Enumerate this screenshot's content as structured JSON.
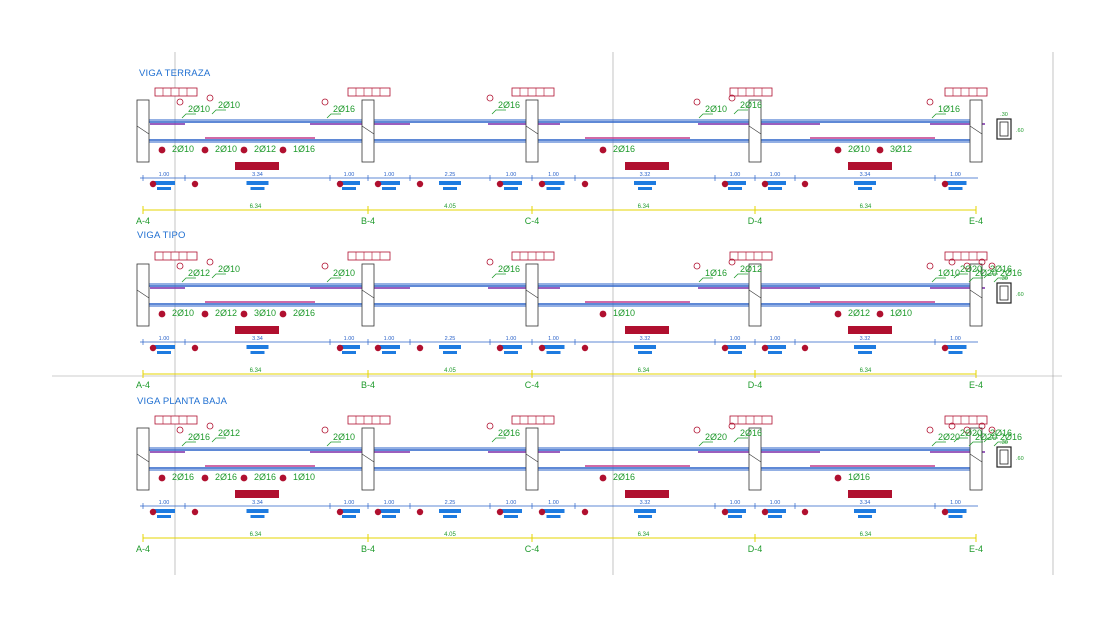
{
  "colors": {
    "beam": "#2a62c9",
    "rebar_top": "#7a2aa8",
    "rebar_bottom": "#c0398a",
    "label_green": "#1f9a2c",
    "marker": "#b0102f",
    "stirrup_fill": "#1e7be0",
    "dim_yellow": "#e6d400",
    "dim_blue": "#2a62c9",
    "guide": "#9c9c9c"
  },
  "beams": [
    {
      "title": "VIGA TERRAZA",
      "top_labels": [
        "2Ø10",
        "2Ø10",
        "2Ø16",
        "2Ø16",
        "2Ø10",
        "2Ø16",
        "1Ø16"
      ],
      "bottom_labels": [
        "2Ø10",
        "2Ø10",
        "2Ø12",
        "1Ø16",
        "2Ø16",
        "2Ø10",
        "3Ø12"
      ],
      "span_dims": [
        "1.00",
        "3.34",
        "1.00",
        "1.00",
        "2.25",
        "1.00",
        "1.00",
        "3.32",
        "1.00",
        "1.00",
        "3.34",
        "1.00"
      ],
      "total_dims": [
        "6.34",
        "4.05",
        "6.34",
        "6.34"
      ],
      "axes": [
        "A-4",
        "B-4",
        "C-4",
        "D-4",
        "E-4"
      ],
      "section": {
        "w": ".30",
        "h": ".60"
      }
    },
    {
      "title": "VIGA TIPO",
      "top_labels": [
        "2Ø12",
        "2Ø10",
        "2Ø10",
        "2Ø16",
        "1Ø16",
        "2Ø12",
        "1Ø10",
        "2Ø20",
        "2Ø20",
        "2Ø16",
        "2Ø16"
      ],
      "bottom_labels": [
        "2Ø10",
        "2Ø12",
        "3Ø10",
        "2Ø16",
        "1Ø10",
        "2Ø12",
        "1Ø10"
      ],
      "span_dims": [
        "1.00",
        "3.34",
        "1.00",
        "1.00",
        "2.25",
        "1.00",
        "1.00",
        "3.32",
        "1.00",
        "1.00",
        "3.32",
        "1.00"
      ],
      "total_dims": [
        "6.34",
        "4.05",
        "6.34",
        "6.34"
      ],
      "axes": [
        "A-4",
        "B-4",
        "C-4",
        "D-4",
        "E-4"
      ],
      "section": {
        "w": ".30",
        "h": ".60"
      }
    },
    {
      "title": "VIGA PLANTA BAJA",
      "top_labels": [
        "2Ø16",
        "2Ø12",
        "2Ø10",
        "2Ø16",
        "2Ø20",
        "2Ø16",
        "2Ø20",
        "2Ø20",
        "2Ø20",
        "2Ø16",
        "2Ø16"
      ],
      "bottom_labels": [
        "2Ø16",
        "2Ø16",
        "2Ø16",
        "1Ø10",
        "2Ø16",
        "1Ø16"
      ],
      "span_dims": [
        "1.00",
        "3.34",
        "1.00",
        "1.00",
        "2.25",
        "1.00",
        "1.00",
        "3.32",
        "1.00",
        "1.00",
        "3.34",
        "1.00"
      ],
      "total_dims": [
        "6.34",
        "4.05",
        "6.34",
        "6.34"
      ],
      "axes": [
        "A-4",
        "B-4",
        "C-4",
        "D-4",
        "E-4"
      ],
      "section": {
        "w": ".30",
        "h": ".60"
      }
    }
  ]
}
